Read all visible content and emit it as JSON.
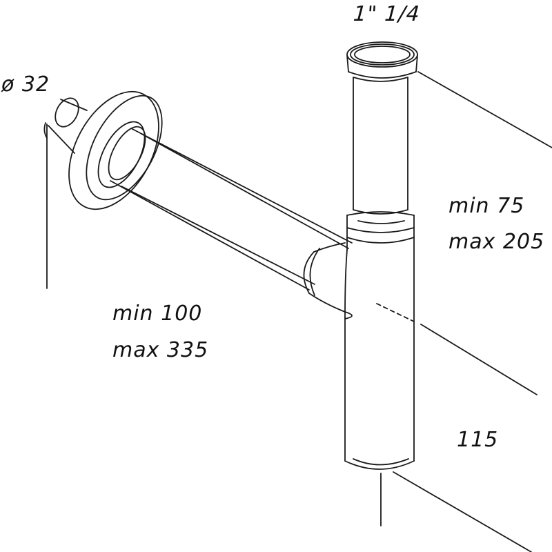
{
  "diagram": {
    "colors": {
      "stroke": "#1a1a1a",
      "background": "#ffffff"
    },
    "labels": {
      "thread_size": "1\" 1/4",
      "pipe_diameter": "ø 32",
      "vertical_adjust_min": "min 75",
      "vertical_adjust_max": "max 205",
      "wall_pipe_min": "min 100",
      "wall_pipe_max": "max 335",
      "bottom_drop": "115"
    }
  }
}
